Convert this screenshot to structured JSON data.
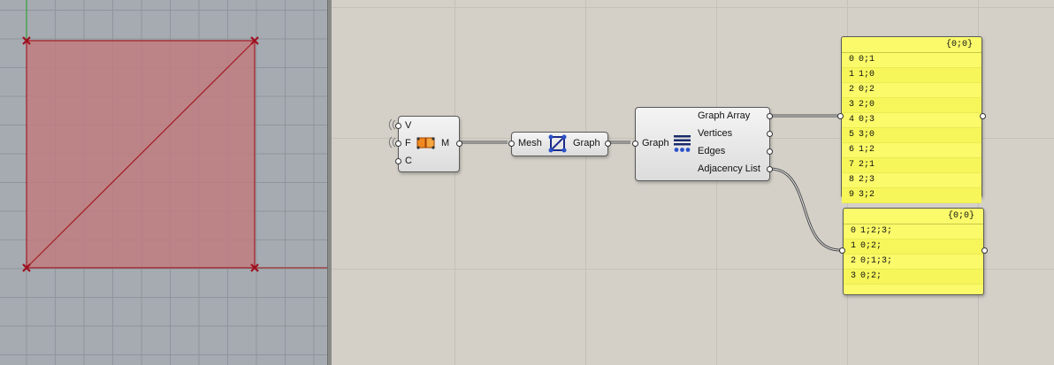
{
  "colors": {
    "mesh_fill": "#c07c80",
    "mesh_edge": "#a21c24",
    "vertex_marker": "#a01020",
    "panel_fill": "#fafa6a",
    "wire": "#4a4a4a"
  },
  "construct_mesh": {
    "inputs": [
      "V",
      "F",
      "C"
    ],
    "output": "M",
    "icon": "construct-mesh-icon"
  },
  "mesh_graph": {
    "input": "Mesh",
    "output": "Graph",
    "icon": "mesh-graph-icon"
  },
  "deconstruct_graph": {
    "input": "Graph",
    "outputs": [
      "Graph Array",
      "Vertices",
      "Edges",
      "Adjacency List"
    ],
    "icon": "graph-deconstruct-icon"
  },
  "graph_array_panel": {
    "header": "{0;0}",
    "rows": [
      {
        "index": "0",
        "value": "0;1"
      },
      {
        "index": "1",
        "value": "1;0"
      },
      {
        "index": "2",
        "value": "0;2"
      },
      {
        "index": "3",
        "value": "2;0"
      },
      {
        "index": "4",
        "value": "0;3"
      },
      {
        "index": "5",
        "value": "3;0"
      },
      {
        "index": "6",
        "value": "1;2"
      },
      {
        "index": "7",
        "value": "2;1"
      },
      {
        "index": "8",
        "value": "2;3"
      },
      {
        "index": "9",
        "value": "3;2"
      }
    ]
  },
  "adjacency_panel": {
    "header": "{0;0}",
    "rows": [
      {
        "index": "0",
        "value": "1;2;3;"
      },
      {
        "index": "1",
        "value": "0;2;"
      },
      {
        "index": "2",
        "value": "0;1;3;"
      },
      {
        "index": "3",
        "value": "0;2;"
      }
    ]
  }
}
